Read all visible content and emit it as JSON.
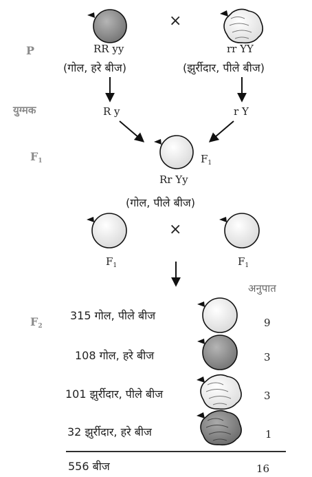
{
  "generations": {
    "p": "P",
    "gamete": "युग्मक",
    "f1": "F",
    "f1_sub": "1",
    "f2": "F",
    "f2_sub": "2"
  },
  "parents": {
    "cross_symbol": "×",
    "left": {
      "genotype": "RR yy",
      "phenotype": "(गोल, हरे बीज)"
    },
    "right": {
      "genotype": "rr YY",
      "phenotype": "(झुर्रीदार, पीले बीज)"
    }
  },
  "gametes": {
    "left": "R y",
    "right": "r Y"
  },
  "f1_generation": {
    "genotype": "Rr Yy",
    "phenotype": "(गोल, पीले बीज)",
    "self_cross_symbol": "×",
    "left_label": "F",
    "right_label": "F",
    "sub": "1"
  },
  "f2_results": {
    "ratio_header": "अनुपात",
    "rows": [
      {
        "count": "315",
        "phenotype": "गोल, पीले बीज",
        "ratio": "9"
      },
      {
        "count": "108",
        "phenotype": "गोल, हरे बीज",
        "ratio": "3"
      },
      {
        "count": "101",
        "phenotype": "झुर्रीदार, पीले बीज",
        "ratio": "3"
      },
      {
        "count": "32",
        "phenotype": "झुर्रीदार, हरे बीज",
        "ratio": "1"
      }
    ],
    "total_count": "556",
    "total_label": "बीज",
    "total_ratio": "16"
  },
  "colors": {
    "yellow_round": "#ececec",
    "green_round": "#8f8f8f",
    "yellow_wrinkled": "#f2f2f2",
    "green_wrinkled": "#8a8a8a",
    "label_grey": "#8a8a8a"
  }
}
